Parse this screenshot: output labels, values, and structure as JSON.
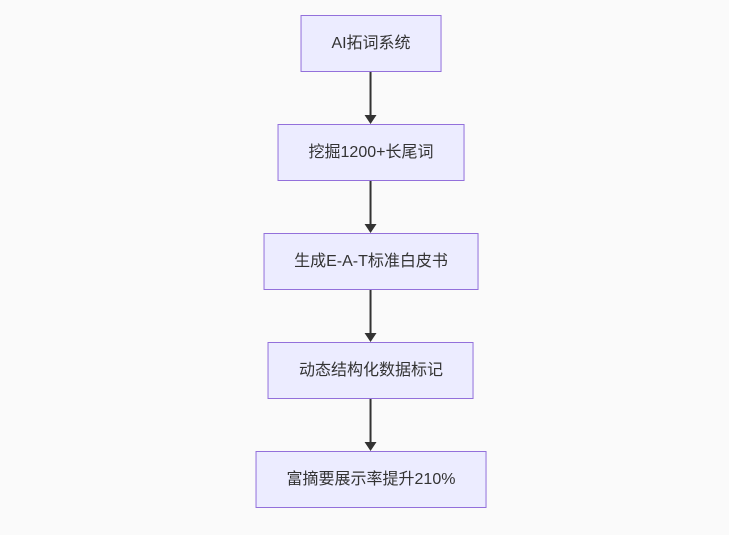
{
  "diagram": {
    "type": "flowchart-top-down",
    "colors": {
      "background": "#FAFAFA",
      "node_fill": "#ECECFF",
      "node_border": "#9370DB",
      "node_text": "#333333",
      "arrow": "#333333"
    },
    "nodes": [
      {
        "label": "AI拓词系统"
      },
      {
        "label": "挖掘1200+长尾词"
      },
      {
        "label": "生成E-A-T标准白皮书"
      },
      {
        "label": "动态结构化数据标记"
      },
      {
        "label": "富摘要展示率提升210%"
      }
    ],
    "edges": [
      {
        "from": "AI拓词系统",
        "to": "挖掘1200+长尾词"
      },
      {
        "from": "挖掘1200+长尾词",
        "to": "生成E-A-T标准白皮书"
      },
      {
        "from": "生成E-A-T标准白皮书",
        "to": "动态结构化数据标记"
      },
      {
        "from": "动态结构化数据标记",
        "to": "富摘要展示率提升210%"
      }
    ]
  }
}
